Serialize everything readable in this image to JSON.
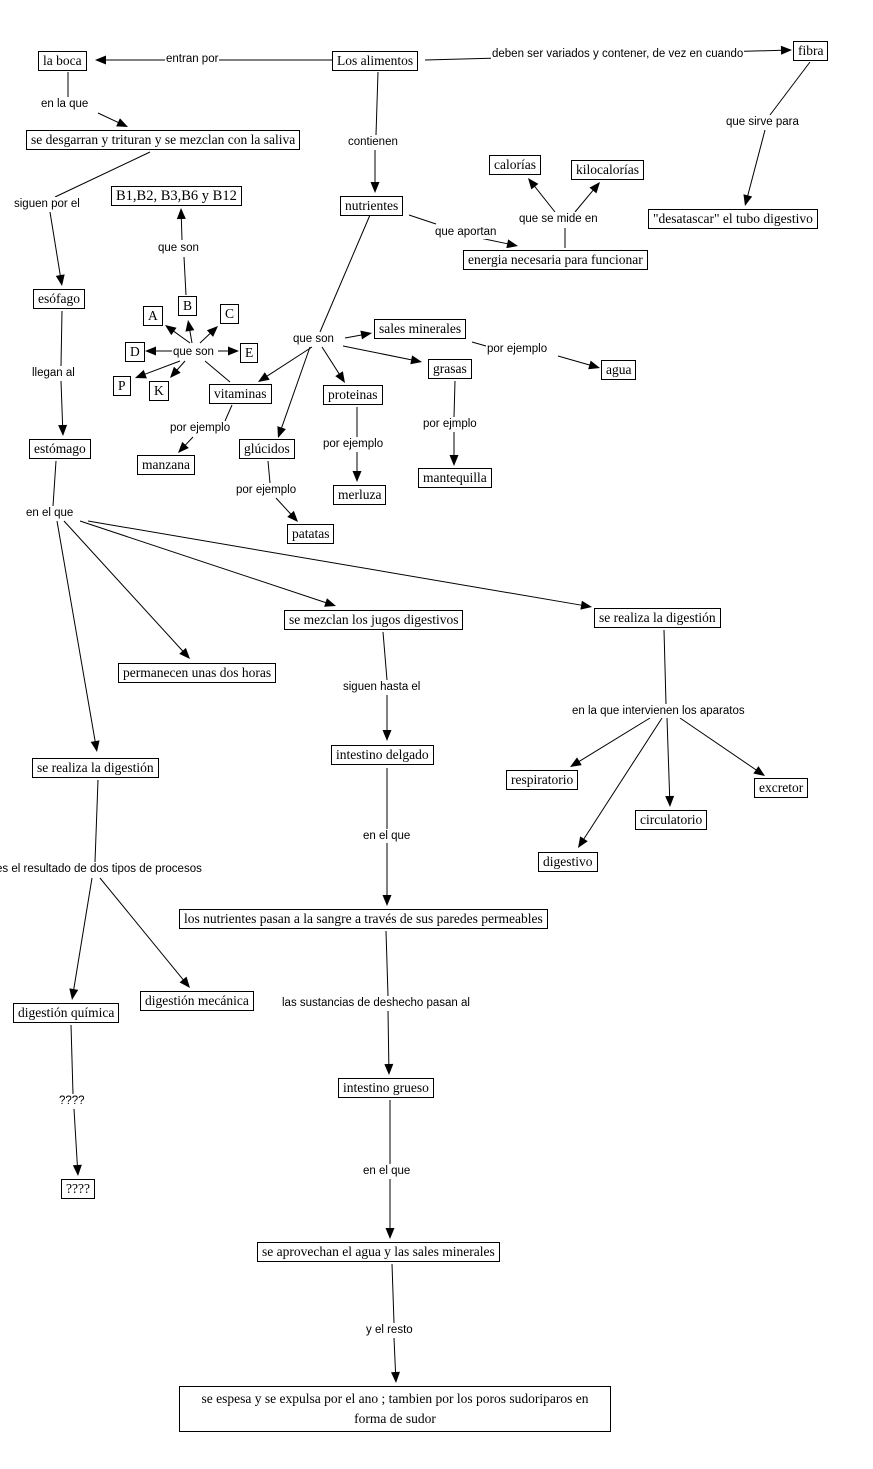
{
  "concepts": {
    "alimentos": "Los alimentos",
    "boca": "la boca",
    "fibra": "fibra",
    "desgarran": "se desgarran y trituran y se mezclan con la saliva",
    "desatascar": "\"desatascar\" el tubo digestivo",
    "calorias": "calorías",
    "kilocalorias": "kilocalorías",
    "b_list": "B1,B2, B3,B6 y B12",
    "nutrientes": "nutrientes",
    "energia": "energia necesaria para funcionar",
    "esofago": "esófago",
    "vit_a": "A",
    "vit_b": "B",
    "vit_c": "C",
    "vit_d": "D",
    "vit_e": "E",
    "vit_p": "P",
    "vit_k": "K",
    "sales": "sales minerales",
    "agua": "agua",
    "grasas": "grasas",
    "vitaminas": "vitaminas",
    "proteinas": "proteinas",
    "estomago": "estómago",
    "manzana": "manzana",
    "glucidos": "glúcidos",
    "mantequilla": "mantequilla",
    "merluza": "merluza",
    "patatas": "patatas",
    "jugos": "se mezclan los jugos digestivos",
    "digestion_right": "se realiza la digestión",
    "dos_horas": "permanecen unas dos horas",
    "intestino_delgado": "intestino delgado",
    "digestion_left": "se realiza la digestión",
    "respiratorio": "respiratorio",
    "excretor": "excretor",
    "circulatorio": "circulatorio",
    "digestivo": "digestivo",
    "nutrientes_sangre": "los nutrientes pasan a la sangre a través de sus paredes permeables",
    "dig_quimica": "digestión química",
    "dig_mecanica": "digestión mecánica",
    "intestino_grueso": "intestino grueso",
    "qqqq": "????",
    "aprovechan": "se aprovechan el agua y las sales minerales",
    "expulsa": "se espesa y se expulsa por el ano ; tambien por los poros sudoriparos en forma de sudor"
  },
  "links": {
    "entran_por": "entran por",
    "variados": "deben ser variados y contener, de vez en cuando",
    "en_la_que": "en la que",
    "contienen": "contienen",
    "sirve_para": "que sirve para",
    "siguen_por": "siguen por el",
    "que_mide": "que se mide en",
    "que_aportan": "que aportan",
    "que_son_b": "que son",
    "que_son_vit": "que son",
    "que_son_nut": "que son",
    "por_ejemplo_sales": "por ejemplo",
    "llegan_al": "llegan al",
    "por_ejemplo_vit": "por ejemplo",
    "por_ejemplo_prot": "por ejemplo",
    "por_ejmplo_gras": "por ejmplo",
    "por_ejemplo_gluc": "por ejemplo",
    "en_el_que_est": "en el que",
    "siguen_hasta": "siguen hasta el",
    "intervienen": "en la que intervienen los aparatos",
    "en_el_que_del": "en el que",
    "resultado": "es el resultado de dos tipos de procesos",
    "desecho": "las sustancias de deshecho pasan al",
    "qqqq_link": "????",
    "en_el_que_gru": "en el que",
    "y_el_resto": "y el resto"
  }
}
